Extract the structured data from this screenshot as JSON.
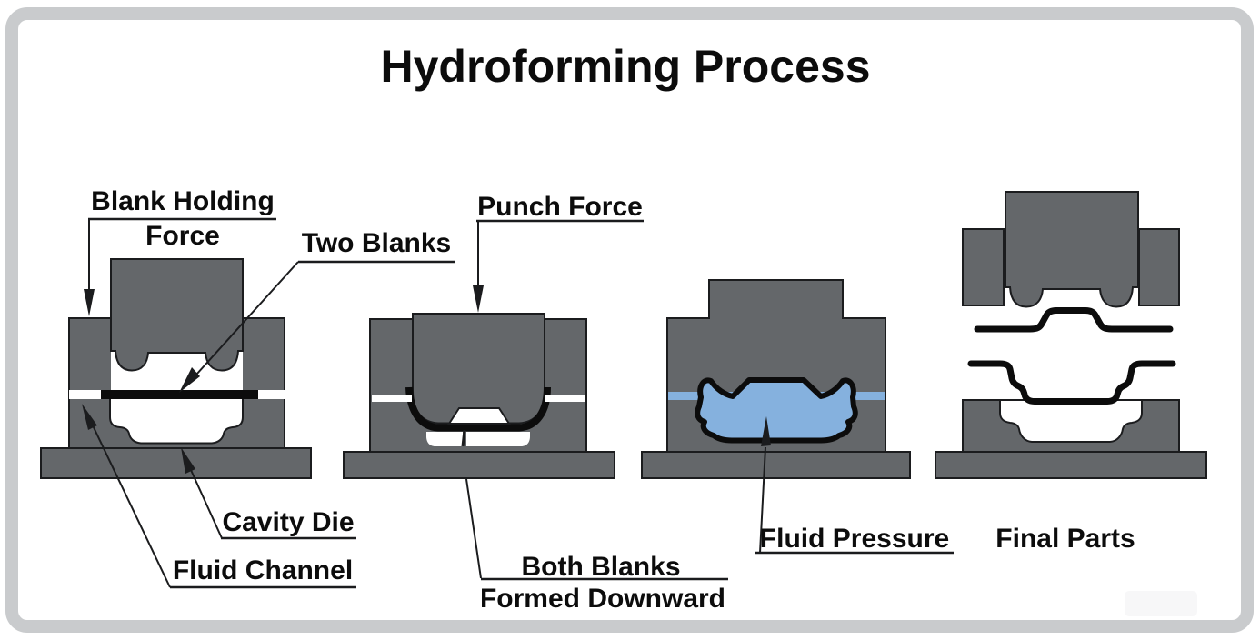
{
  "title": "Hydroforming Process",
  "colors": {
    "die_gray": "#64676a",
    "outline": "#1b1c1e",
    "blank_black": "#0c0c0c",
    "fluid_blue": "#85b1de",
    "frame_gray": "#c9cbcd",
    "label_text": "#0c0c0c"
  },
  "stages": [
    {
      "callouts": {
        "blank_holding_1": "Blank Holding",
        "blank_holding_2": "Force",
        "two_blanks": "Two Blanks",
        "cavity_die": "Cavity Die",
        "fluid_channel": "Fluid Channel"
      }
    },
    {
      "callouts": {
        "punch_force": "Punch Force",
        "both_blanks_1": "Both Blanks",
        "both_blanks_2": "Formed Downward"
      }
    },
    {
      "callouts": {
        "fluid_pressure": "Fluid Pressure"
      }
    },
    {
      "callouts": {
        "final_parts": "Final Parts"
      }
    }
  ]
}
